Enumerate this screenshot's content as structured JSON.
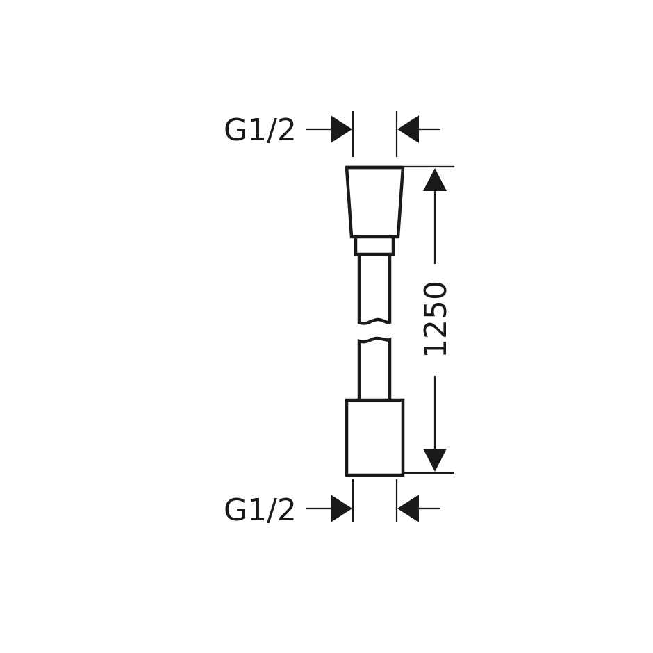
{
  "drawing": {
    "top_thread_label": "G1/2",
    "bottom_thread_label": "G1/2",
    "length_label": "1250"
  },
  "colors": {
    "line": "#1a1a1a",
    "background": "#ffffff"
  }
}
